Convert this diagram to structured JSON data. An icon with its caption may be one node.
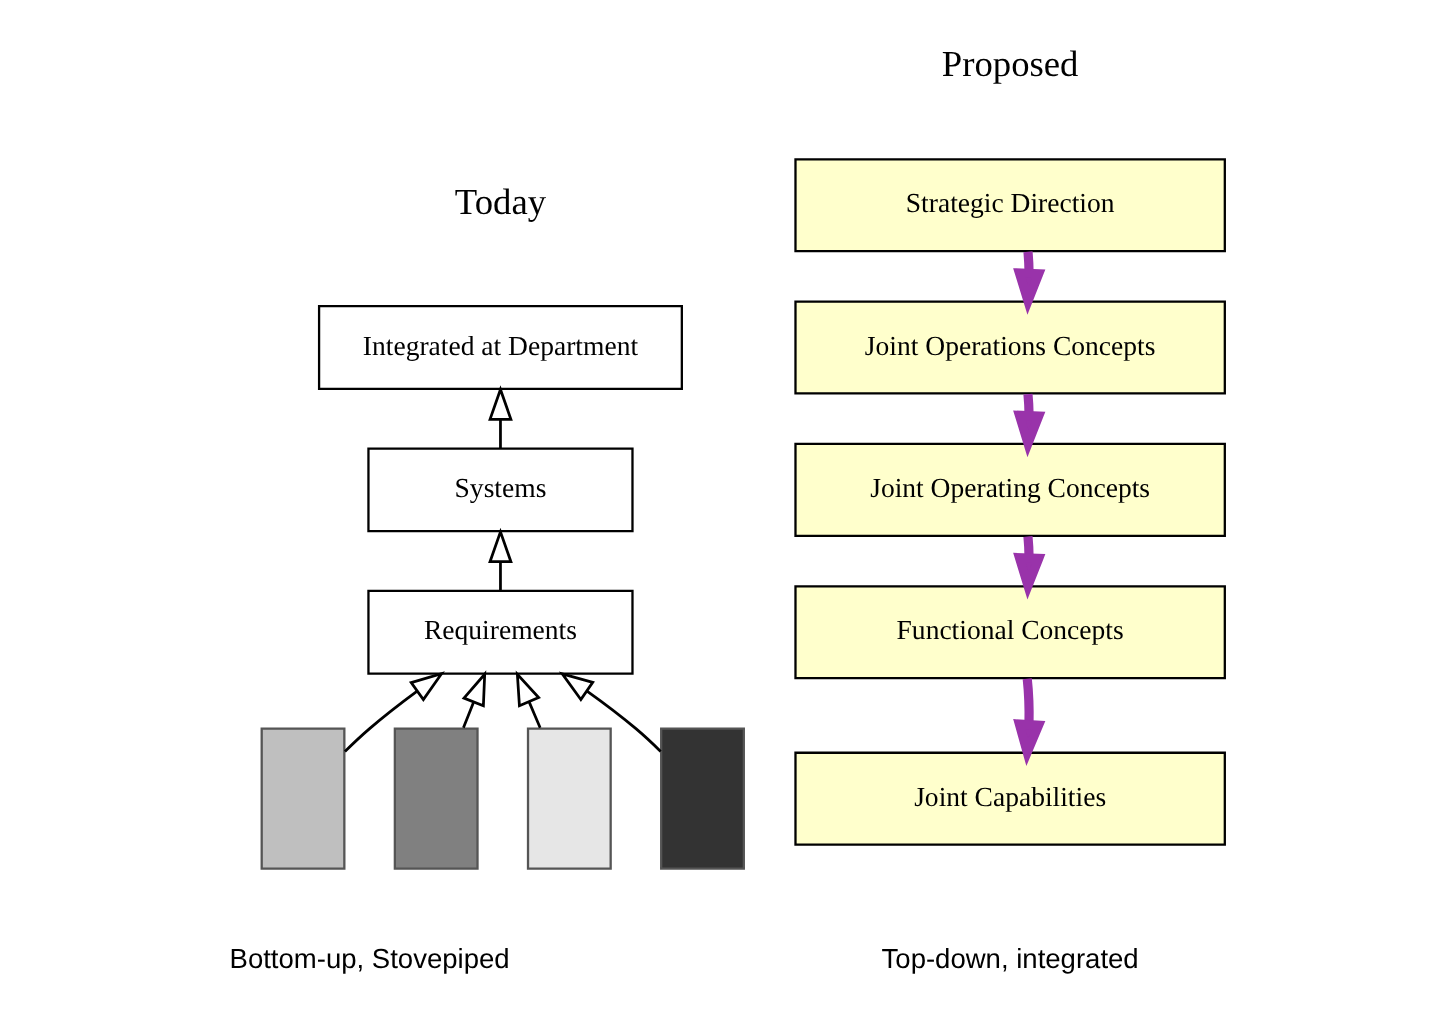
{
  "diagram": {
    "nodes": [
      {
        "text": [
          "Integrated at Department"
        ]
      },
      {
        "text": [
          "Systems"
        ]
      },
      {
        "text": [
          "Requirements"
        ]
      },
      {
        "text": [],
        "shape": "bar"
      },
      {
        "text": [],
        "shape": "bar"
      },
      {
        "text": [],
        "shape": "bar"
      },
      {
        "text": [],
        "shape": "bar"
      },
      {
        "text": [
          "Strategic Direction"
        ]
      },
      {
        "text": [
          "Joint Operations Concepts"
        ]
      },
      {
        "text": [
          "Joint Operating Concepts"
        ]
      },
      {
        "text": [
          "Functional Concepts"
        ]
      },
      {
        "text": [
          "Joint Capabilities"
        ]
      }
    ],
    "edges": [
      {
        "from": 1,
        "to": 0,
        "arrow": "to"
      },
      {
        "from": 2,
        "to": 1,
        "arrow": "to"
      },
      {
        "from": 3,
        "to": 2,
        "arrow": "to"
      },
      {
        "from": 4,
        "to": 2,
        "arrow": "to"
      },
      {
        "from": 5,
        "to": 2,
        "arrow": "to"
      },
      {
        "from": 6,
        "to": 2,
        "arrow": "to"
      },
      {
        "from": 7,
        "to": 8,
        "arrow": "to",
        "style": "thick",
        "color": "#9933aa"
      },
      {
        "from": 8,
        "to": 9,
        "arrow": "to",
        "style": "thick",
        "color": "#9933aa"
      },
      {
        "from": 9,
        "to": 10,
        "arrow": "to",
        "style": "thick",
        "color": "#9933aa"
      },
      {
        "from": 10,
        "to": 11,
        "arrow": "to",
        "style": "thick",
        "color": "#9933aa"
      }
    ],
    "labels": [
      "Today",
      "Proposed",
      "Bottom-up, Stovepiped",
      "Top-down, integrated"
    ]
  }
}
